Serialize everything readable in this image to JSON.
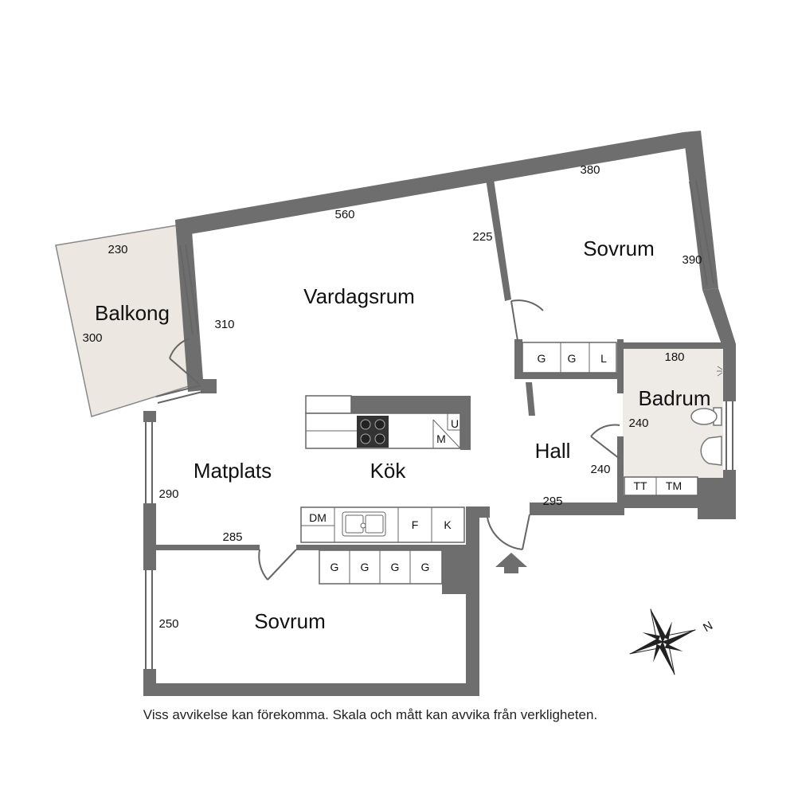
{
  "rooms": {
    "balkong": "Balkong",
    "vardagsrum": "Vardagsrum",
    "sovrum_top": "Sovrum",
    "badrum": "Badrum",
    "matplats": "Matplats",
    "kok": "Kök",
    "hall": "Hall",
    "sovrum_bottom": "Sovrum"
  },
  "dimensions": {
    "balkong_width": "230",
    "balkong_depth": "300",
    "vardagsrum_width": "560",
    "vardagsrum_side": "310",
    "sovrum_top_width": "380",
    "sovrum_top_side": "225",
    "sovrum_top_depth": "390",
    "badrum_width": "180",
    "badrum_depth": "240",
    "hall_depth": "240",
    "hall_width": "295",
    "matplats_side": "290",
    "kitchen_wall": "285",
    "sovrum_bottom_side": "250"
  },
  "fixtures": {
    "closet_top": [
      "G",
      "G",
      "L"
    ],
    "bath_cabinets": [
      "TT",
      "TM"
    ],
    "kitchen_island": [
      "M",
      "U"
    ],
    "kitchen_counter": [
      "DM",
      "F",
      "K"
    ],
    "closet_bottom": [
      "G",
      "G",
      "G",
      "G"
    ]
  },
  "compass": {
    "north_label": "N"
  },
  "colors": {
    "wall": "#6e6e6e",
    "balcony": "#ece7e1",
    "bathroom": "#eeebe7"
  },
  "disclaimer": "Viss avvikelse kan förekomma. Skala och mått kan avvika från verkligheten."
}
